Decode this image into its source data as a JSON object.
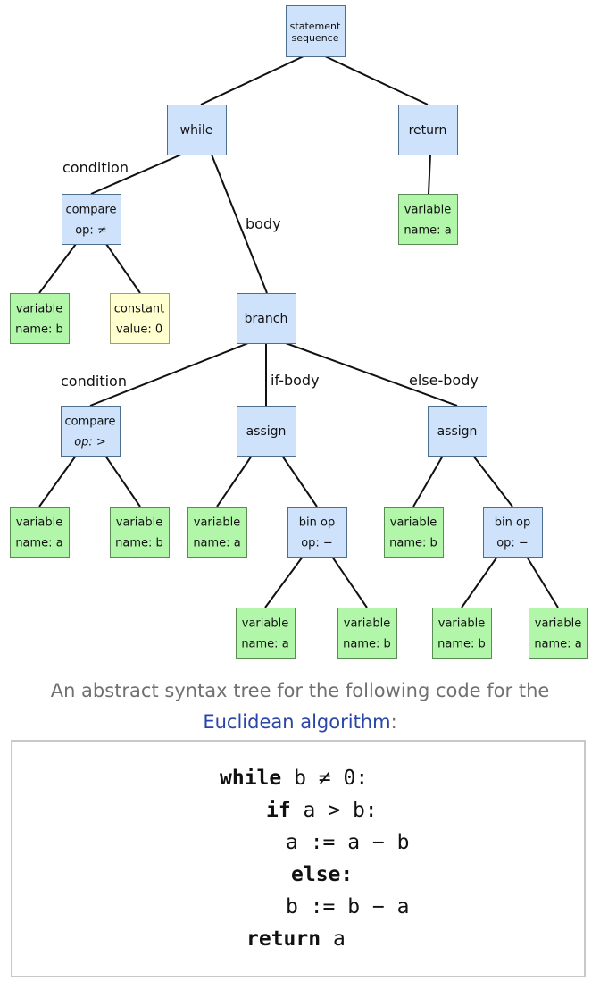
{
  "tree": {
    "nodes": [
      {
        "id": "stmt",
        "lines": [
          "statement",
          "sequence"
        ],
        "color": "blue"
      },
      {
        "id": "while",
        "lines": [
          "while"
        ],
        "color": "blue"
      },
      {
        "id": "return",
        "lines": [
          "return"
        ],
        "color": "blue"
      },
      {
        "id": "cmp1",
        "lines": [
          "compare",
          "op: ≠"
        ],
        "color": "blue"
      },
      {
        "id": "var_ret",
        "lines": [
          "variable",
          "name: a"
        ],
        "color": "green"
      },
      {
        "id": "var_b1",
        "lines": [
          "variable",
          "name: b"
        ],
        "color": "green"
      },
      {
        "id": "const0",
        "lines": [
          "constant",
          "value: 0"
        ],
        "color": "yellow"
      },
      {
        "id": "branch",
        "lines": [
          "branch"
        ],
        "color": "blue"
      },
      {
        "id": "cmp2",
        "lines": [
          "compare",
          "op: >"
        ],
        "color": "blue"
      },
      {
        "id": "assign1",
        "lines": [
          "assign"
        ],
        "color": "blue"
      },
      {
        "id": "assign2",
        "lines": [
          "assign"
        ],
        "color": "blue"
      },
      {
        "id": "v_a1",
        "lines": [
          "variable",
          "name: a"
        ],
        "color": "green"
      },
      {
        "id": "v_b2",
        "lines": [
          "variable",
          "name: b"
        ],
        "color": "green"
      },
      {
        "id": "v_a2",
        "lines": [
          "variable",
          "name: a"
        ],
        "color": "green"
      },
      {
        "id": "binop1",
        "lines": [
          "bin op",
          "op: −"
        ],
        "color": "blue"
      },
      {
        "id": "v_b3",
        "lines": [
          "variable",
          "name: b"
        ],
        "color": "green"
      },
      {
        "id": "binop2",
        "lines": [
          "bin op",
          "op: −"
        ],
        "color": "blue"
      },
      {
        "id": "v_a3",
        "lines": [
          "variable",
          "name: a"
        ],
        "color": "green"
      },
      {
        "id": "v_b4",
        "lines": [
          "variable",
          "name: b"
        ],
        "color": "green"
      },
      {
        "id": "v_b5",
        "lines": [
          "variable",
          "name: b"
        ],
        "color": "green"
      },
      {
        "id": "v_a4",
        "lines": [
          "variable",
          "name: a"
        ],
        "color": "green"
      }
    ],
    "edges": [
      {
        "from": "stmt",
        "to": "while",
        "label": ""
      },
      {
        "from": "stmt",
        "to": "return",
        "label": ""
      },
      {
        "from": "while",
        "to": "cmp1",
        "label": "condition"
      },
      {
        "from": "while",
        "to": "branch",
        "label": "body"
      },
      {
        "from": "return",
        "to": "var_ret",
        "label": ""
      },
      {
        "from": "cmp1",
        "to": "var_b1",
        "label": ""
      },
      {
        "from": "cmp1",
        "to": "const0",
        "label": ""
      },
      {
        "from": "branch",
        "to": "cmp2",
        "label": "condition"
      },
      {
        "from": "branch",
        "to": "assign1",
        "label": "if-body"
      },
      {
        "from": "branch",
        "to": "assign2",
        "label": "else-body"
      },
      {
        "from": "cmp2",
        "to": "v_a1",
        "label": ""
      },
      {
        "from": "cmp2",
        "to": "v_b2",
        "label": ""
      },
      {
        "from": "assign1",
        "to": "v_a2",
        "label": ""
      },
      {
        "from": "assign1",
        "to": "binop1",
        "label": ""
      },
      {
        "from": "assign2",
        "to": "v_b3",
        "label": ""
      },
      {
        "from": "assign2",
        "to": "binop2",
        "label": ""
      },
      {
        "from": "binop1",
        "to": "v_a3",
        "label": ""
      },
      {
        "from": "binop1",
        "to": "v_b4",
        "label": ""
      },
      {
        "from": "binop2",
        "to": "v_b5",
        "label": ""
      },
      {
        "from": "binop2",
        "to": "v_a4",
        "label": ""
      }
    ]
  },
  "caption": {
    "text_before": "An abstract syntax tree for the following code for the",
    "link_text": "Euclidean algorithm",
    "text_after": ":"
  },
  "code": {
    "line1_kw": "while",
    "line1_rest": " b ≠ 0:",
    "line2_kw": "if",
    "line2_rest": " a > b:",
    "line3": "a := a − b",
    "line4_kw": "else:",
    "line5": "b := b − a",
    "line6_kw": "return",
    "line6_rest": " a"
  },
  "colors": {
    "node_blue": "#cfe2fb",
    "node_green": "#b2f6a9",
    "node_yellow": "#ffffcf",
    "link": "#2a45a8"
  }
}
